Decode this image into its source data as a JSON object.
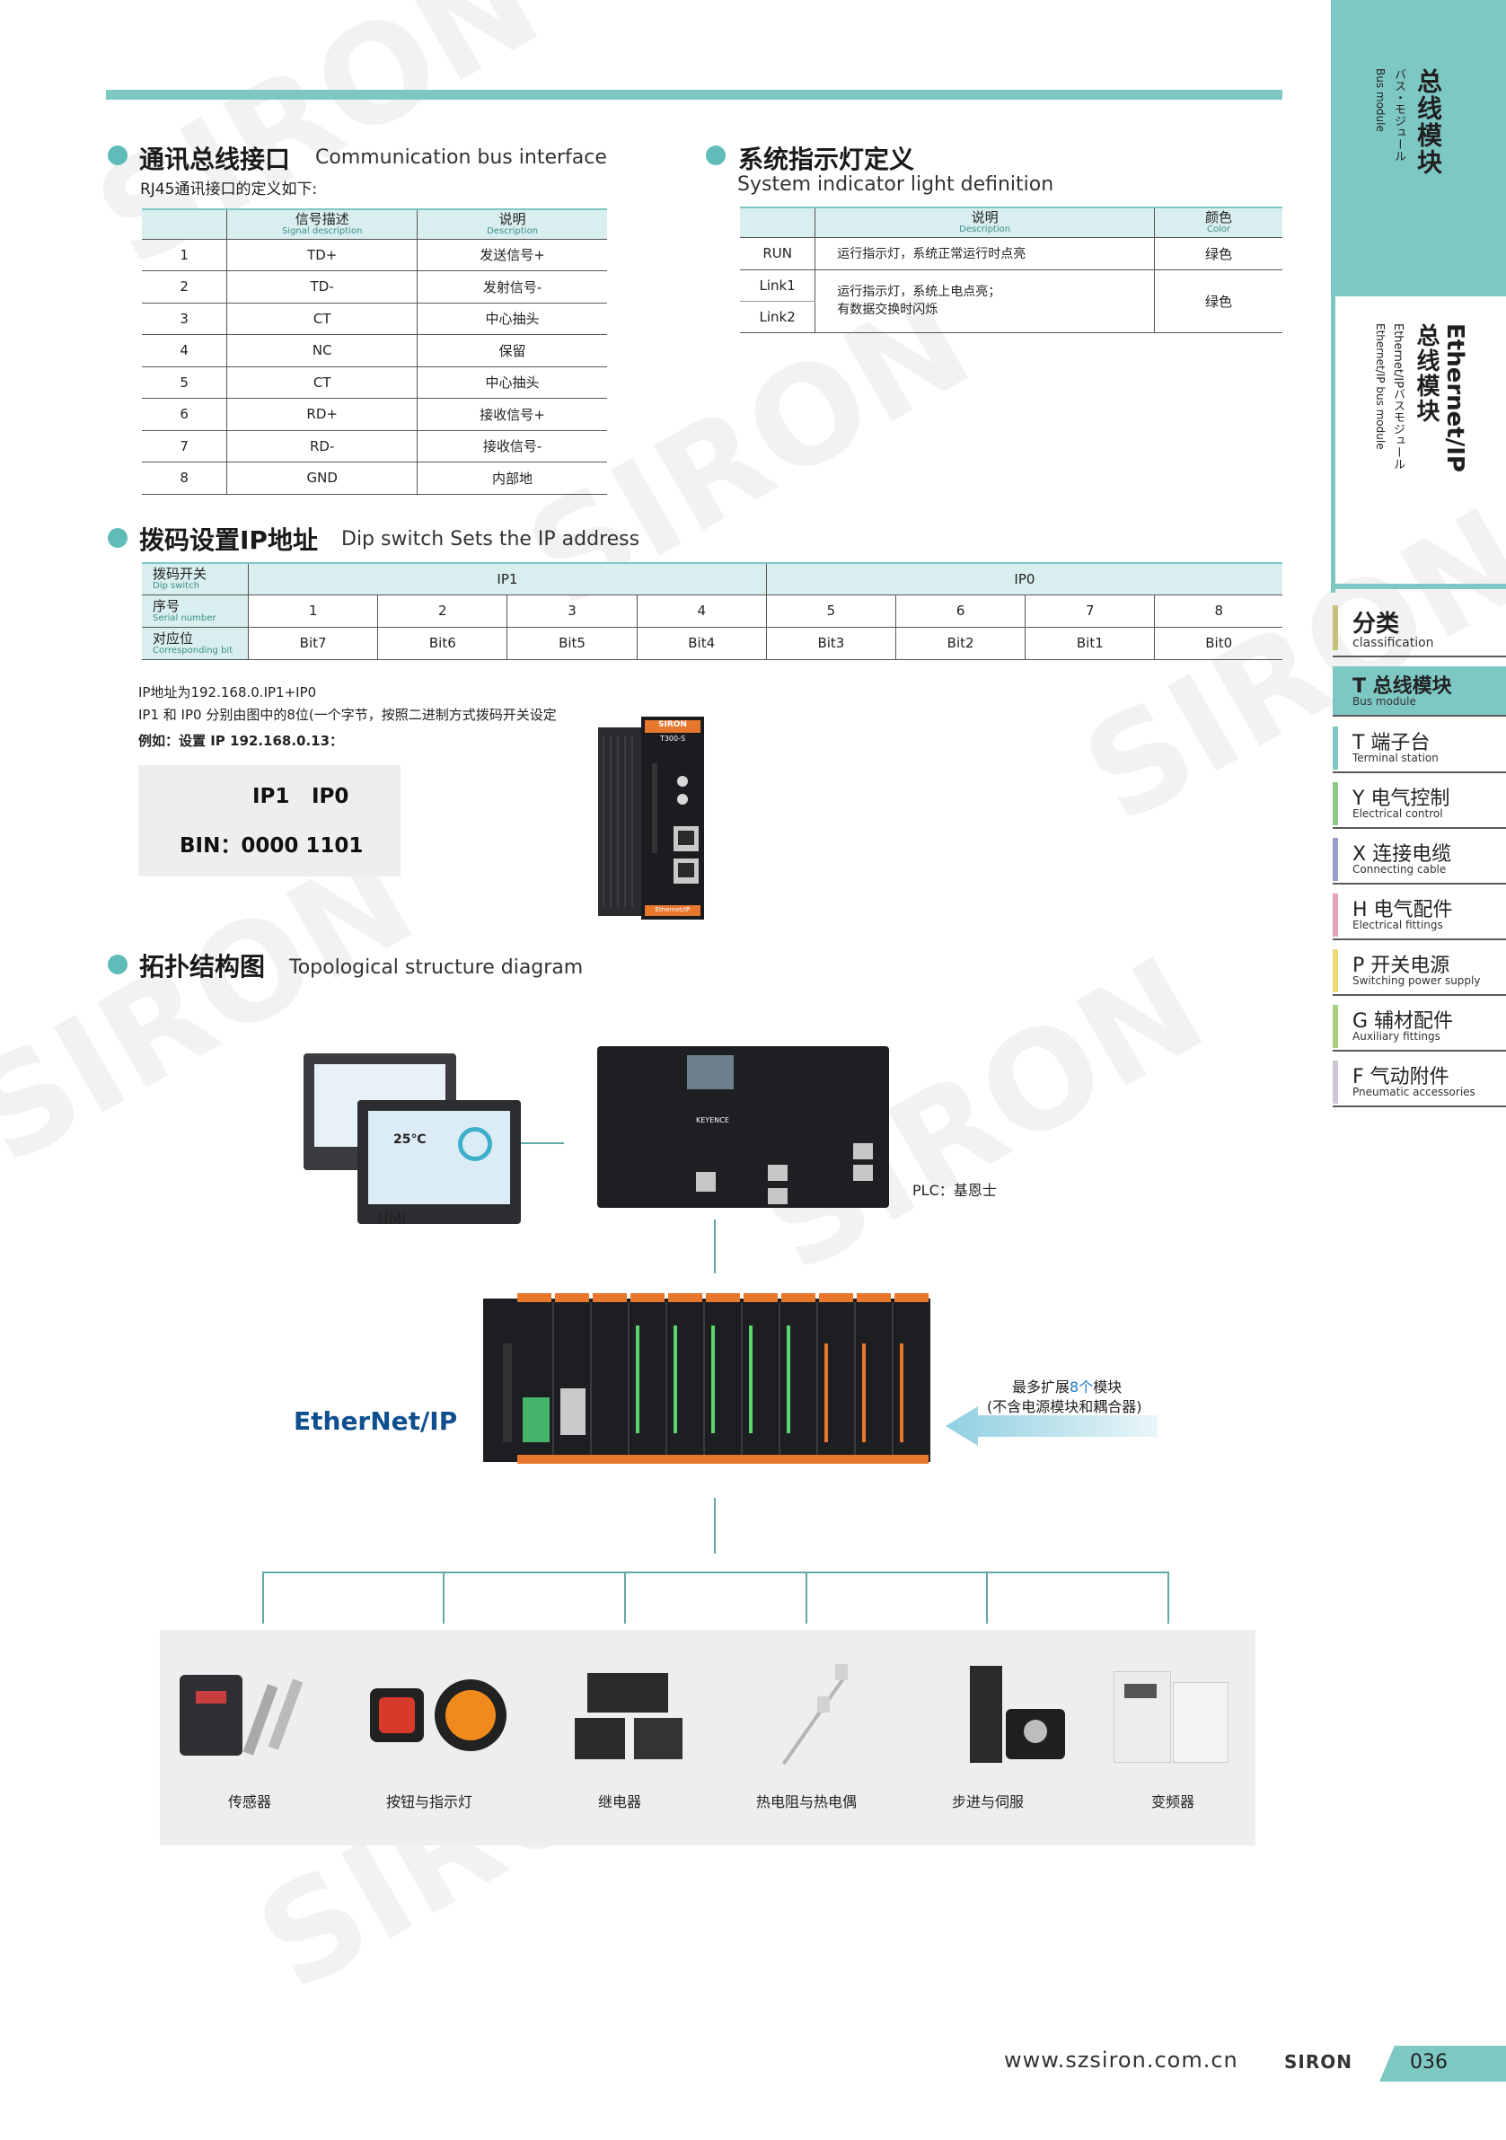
{
  "comm": {
    "title_zh": "通讯总线接口",
    "title_en": "Communication bus interface",
    "subtitle": "RJ45通讯接口的定义如下:",
    "head_signal_zh": "信号描述",
    "head_signal_en": "Signal description",
    "head_desc_zh": "说明",
    "head_desc_en": "Description",
    "rows": [
      {
        "no": "1",
        "signal": "TD+",
        "desc": "发送信号+"
      },
      {
        "no": "2",
        "signal": "TD-",
        "desc": "发射信号-"
      },
      {
        "no": "3",
        "signal": "CT",
        "desc": "中心抽头"
      },
      {
        "no": "4",
        "signal": "NC",
        "desc": "保留"
      },
      {
        "no": "5",
        "signal": "CT",
        "desc": "中心抽头"
      },
      {
        "no": "6",
        "signal": "RD+",
        "desc": "接收信号+"
      },
      {
        "no": "7",
        "signal": "RD-",
        "desc": "接收信号-"
      },
      {
        "no": "8",
        "signal": "GND",
        "desc": "内部地"
      }
    ]
  },
  "led": {
    "title_zh": "系统指示灯定义",
    "title_en": "System indicator light definition",
    "head_desc_zh": "说明",
    "head_desc_en": "Description",
    "head_color_zh": "颜色",
    "head_color_en": "Color",
    "run_label": "RUN",
    "run_desc": "运行指示灯，系统正常运行时点亮",
    "run_color": "绿色",
    "link1_label": "Link1",
    "link2_label": "Link2",
    "link_desc_1": "运行指示灯，系统上电点亮；",
    "link_desc_2": "有数据交换时闪烁",
    "link_color": "绿色"
  },
  "dip": {
    "title_zh": "拨码设置IP地址",
    "title_en": "Dip switch Sets the IP address",
    "row1_zh": "拨码开关",
    "row1_en": "Dip switch",
    "row2_zh": "序号",
    "row2_en": "Serial number",
    "row3_zh": "对应位",
    "row3_en": "Corresponding bit",
    "ip1": "IP1",
    "ip0": "IP0",
    "serial": [
      "1",
      "2",
      "3",
      "4",
      "5",
      "6",
      "7",
      "8"
    ],
    "bits": [
      "Bit7",
      "Bit6",
      "Bit5",
      "Bit4",
      "Bit3",
      "Bit2",
      "Bit1",
      "Bit0"
    ],
    "note1": "IP地址为192.168.0.IP1+IP0",
    "note2": "IP1 和 IP0 分别由图中的8位(一个字节，按照二进制方式拨码开关设定",
    "note3": "例如：设置 IP 192.168.0.13：",
    "box_line1_a": "IP1",
    "box_line1_b": "IP0",
    "box_line2": "BIN：0000  1101",
    "module_brand": "SIRON",
    "module_model": "T300-S",
    "module_tag": "Ethernet/IP"
  },
  "topo": {
    "title_zh": "拓扑结构图",
    "title_en": "Topological structure diagram",
    "hmi_label": "HMI",
    "hmi_screen_value": "25℃",
    "plc_label": "PLC：基恩士",
    "plc_brand": "KEYENCE",
    "ethernet_logo": "EtherNet/IP",
    "expand_1a": "最多扩展",
    "expand_1b": "8个",
    "expand_1c": "模块",
    "expand_2": "(不含电源模块和耦合器)",
    "devices": [
      "传感器",
      "按钮与指示灯",
      "继电器",
      "热电阻与热电偶",
      "步进与伺服",
      "变频器"
    ]
  },
  "sidebar": {
    "top_zh": "总线模块",
    "top_jp": "バス・モジュール",
    "top_en": "Bus module",
    "mid_zh1": "Ethernet/IP",
    "mid_zh2": "总线模块",
    "mid_jp": "Ethernet/IPバスモジュール",
    "mid_en": "Ethernet/IP bus module",
    "class_zh": "分类",
    "class_en": "classification",
    "categories": [
      {
        "zh": "T 总线模块",
        "en": "Bus module",
        "active": true,
        "color": "#7ec8c4"
      },
      {
        "zh": "T 端子台",
        "en": "Terminal station",
        "active": false,
        "color": "#7ec8c4"
      },
      {
        "zh": "Y 电气控制",
        "en": "Electrical control",
        "active": false,
        "color": "#8fc98a"
      },
      {
        "zh": "X 连接电缆",
        "en": "Connecting cable",
        "active": false,
        "color": "#9a9ccc"
      },
      {
        "zh": "H 电气配件",
        "en": "Electrical fittings",
        "active": false,
        "color": "#e3a3b8"
      },
      {
        "zh": "P 开关电源",
        "en": "Switching power supply",
        "active": false,
        "color": "#f0d873"
      },
      {
        "zh": "G 辅材配件",
        "en": "Auxiliary fittings",
        "active": false,
        "color": "#a8cf7c"
      },
      {
        "zh": "F 气动附件",
        "en": "Pneumatic accessories",
        "active": false,
        "color": "#d0c5d6"
      }
    ]
  },
  "footer": {
    "url": "www.szsiron.com.cn",
    "brand": "SIRON",
    "page": "036"
  },
  "colors": {
    "accent": "#7ec8c4",
    "accent_dark": "#5fbcb8",
    "header_bg": "#d9eeee"
  }
}
